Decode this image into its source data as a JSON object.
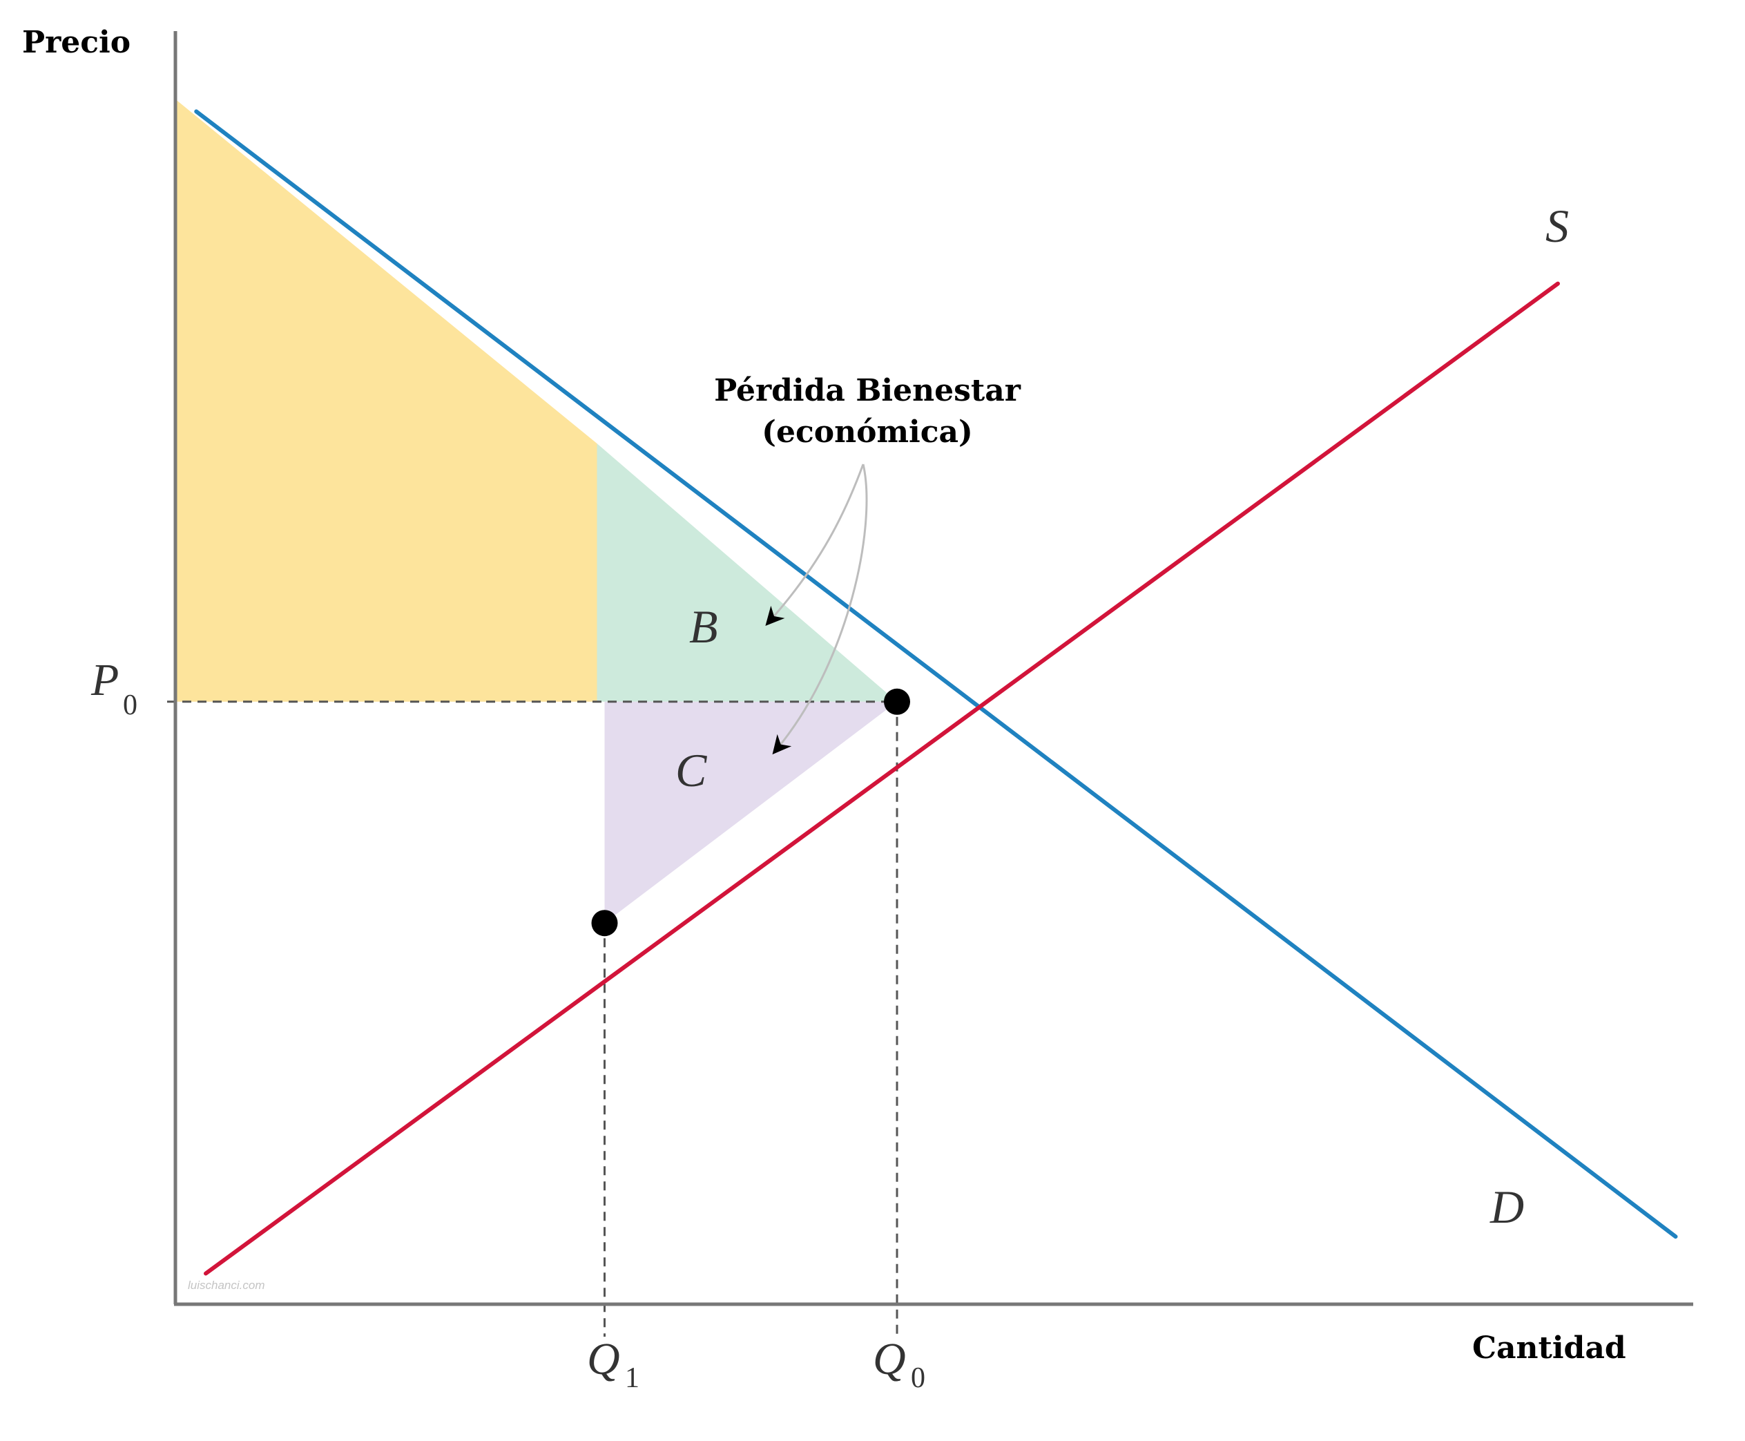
{
  "chart_data": {
    "type": "line",
    "axis_labels": {
      "y": "Precio",
      "x": "Cantidad"
    },
    "series": [
      {
        "key": "demand",
        "name": "D",
        "color": "#1f82c0",
        "points": [
          [
            0.55,
            9.7
          ],
          [
            39.5,
            0.55
          ]
        ]
      },
      {
        "key": "supply",
        "name": "S",
        "color": "#d2143a",
        "points": [
          [
            0.8,
            0.25
          ],
          [
            36.4,
            8.3
          ]
        ]
      }
    ],
    "p0": {
      "label_main": "P",
      "label_sub": "0",
      "value": 4.9
    },
    "q0": {
      "label_main": "Q",
      "label_sub": "0",
      "value": 19.0
    },
    "q1": {
      "label_main": "Q",
      "label_sub": "1",
      "value": 11.3
    },
    "points": [
      {
        "key": "equilibrium",
        "x": 19.0,
        "y": 4.9
      },
      {
        "key": "q1-on-supply",
        "x": 11.3,
        "y": 3.1
      }
    ],
    "regions": [
      {
        "key": "consumer-surplus",
        "color": "#fde49c",
        "polygon": [
          [
            0,
            9.8
          ],
          [
            11.1,
            7.0
          ],
          [
            11.1,
            4.9
          ],
          [
            0,
            4.9
          ]
        ]
      },
      {
        "key": "B",
        "label": "B",
        "color": "#cdeadc",
        "polygon": [
          [
            11.1,
            7.0
          ],
          [
            19.0,
            4.9
          ],
          [
            11.1,
            4.9
          ]
        ]
      },
      {
        "key": "C",
        "label": "C",
        "color": "#e4dcee",
        "polygon": [
          [
            11.3,
            4.9
          ],
          [
            19.0,
            4.9
          ],
          [
            11.3,
            3.1
          ]
        ]
      }
    ],
    "annotation": {
      "line1": "Pérdida Bienestar",
      "line2": "(económica)"
    },
    "watermark": "luischanci.com",
    "xlim": [
      0,
      40
    ],
    "ylim": [
      0,
      10
    ]
  }
}
